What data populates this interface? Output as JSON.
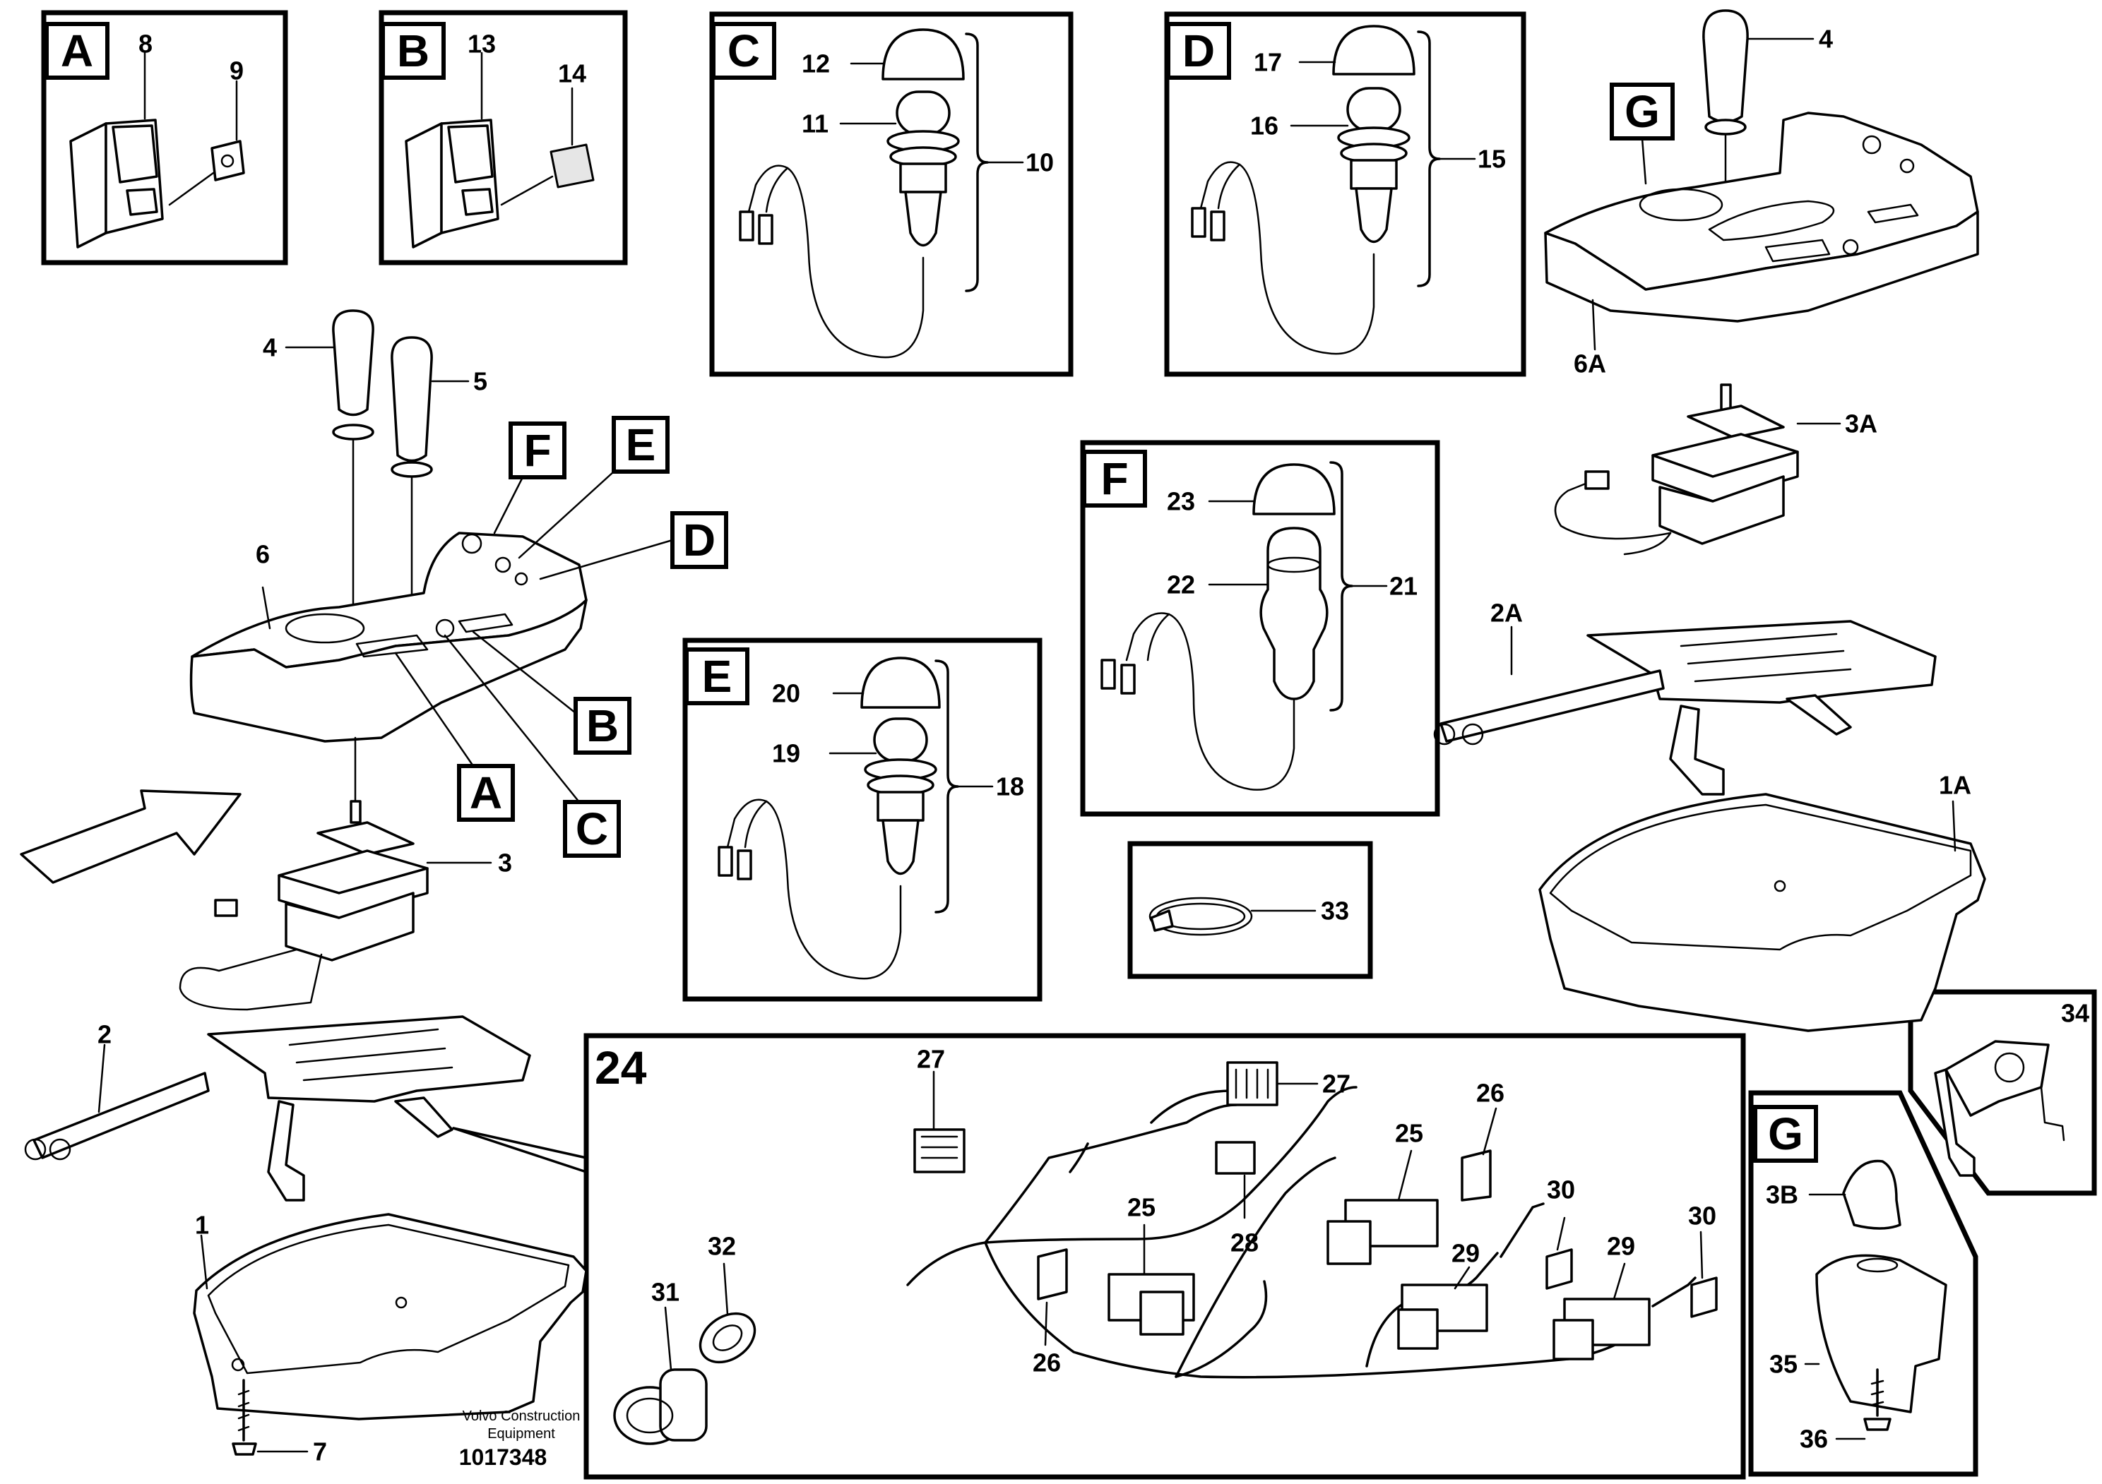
{
  "insets": {
    "A": {
      "letter": "A",
      "callouts": [
        "8",
        "9"
      ]
    },
    "B": {
      "letter": "B",
      "callouts": [
        "13",
        "14"
      ]
    },
    "C": {
      "letter": "C",
      "callouts": [
        "12",
        "11",
        "10"
      ]
    },
    "D": {
      "letter": "D",
      "callouts": [
        "17",
        "16",
        "15"
      ]
    },
    "E": {
      "letter": "E",
      "callouts": [
        "20",
        "19",
        "18"
      ]
    },
    "F": {
      "letter": "F",
      "callouts": [
        "23",
        "22",
        "21"
      ]
    },
    "G": {
      "letter": "G",
      "callouts": [
        "3B",
        "35",
        "36"
      ]
    },
    "tie": {
      "callouts": [
        "33"
      ]
    },
    "bracket": {
      "callouts": [
        "34"
      ]
    },
    "harness": {
      "label": "24",
      "callouts": [
        "27",
        "27",
        "26",
        "25",
        "28",
        "25",
        "30",
        "32",
        "31",
        "26",
        "29",
        "29",
        "30"
      ]
    }
  },
  "main": {
    "callouts": [
      "4",
      "5",
      "6",
      "3",
      "2",
      "1",
      "7"
    ],
    "letters": [
      "F",
      "E",
      "D",
      "B",
      "A",
      "C"
    ]
  },
  "right_assembly": {
    "letter": "G",
    "callouts": [
      "4",
      "6A",
      "3A",
      "2A",
      "1A"
    ]
  },
  "footer": {
    "company_line1": "Volvo Construction",
    "company_line2": "Equipment",
    "doc_number": "1017348"
  }
}
